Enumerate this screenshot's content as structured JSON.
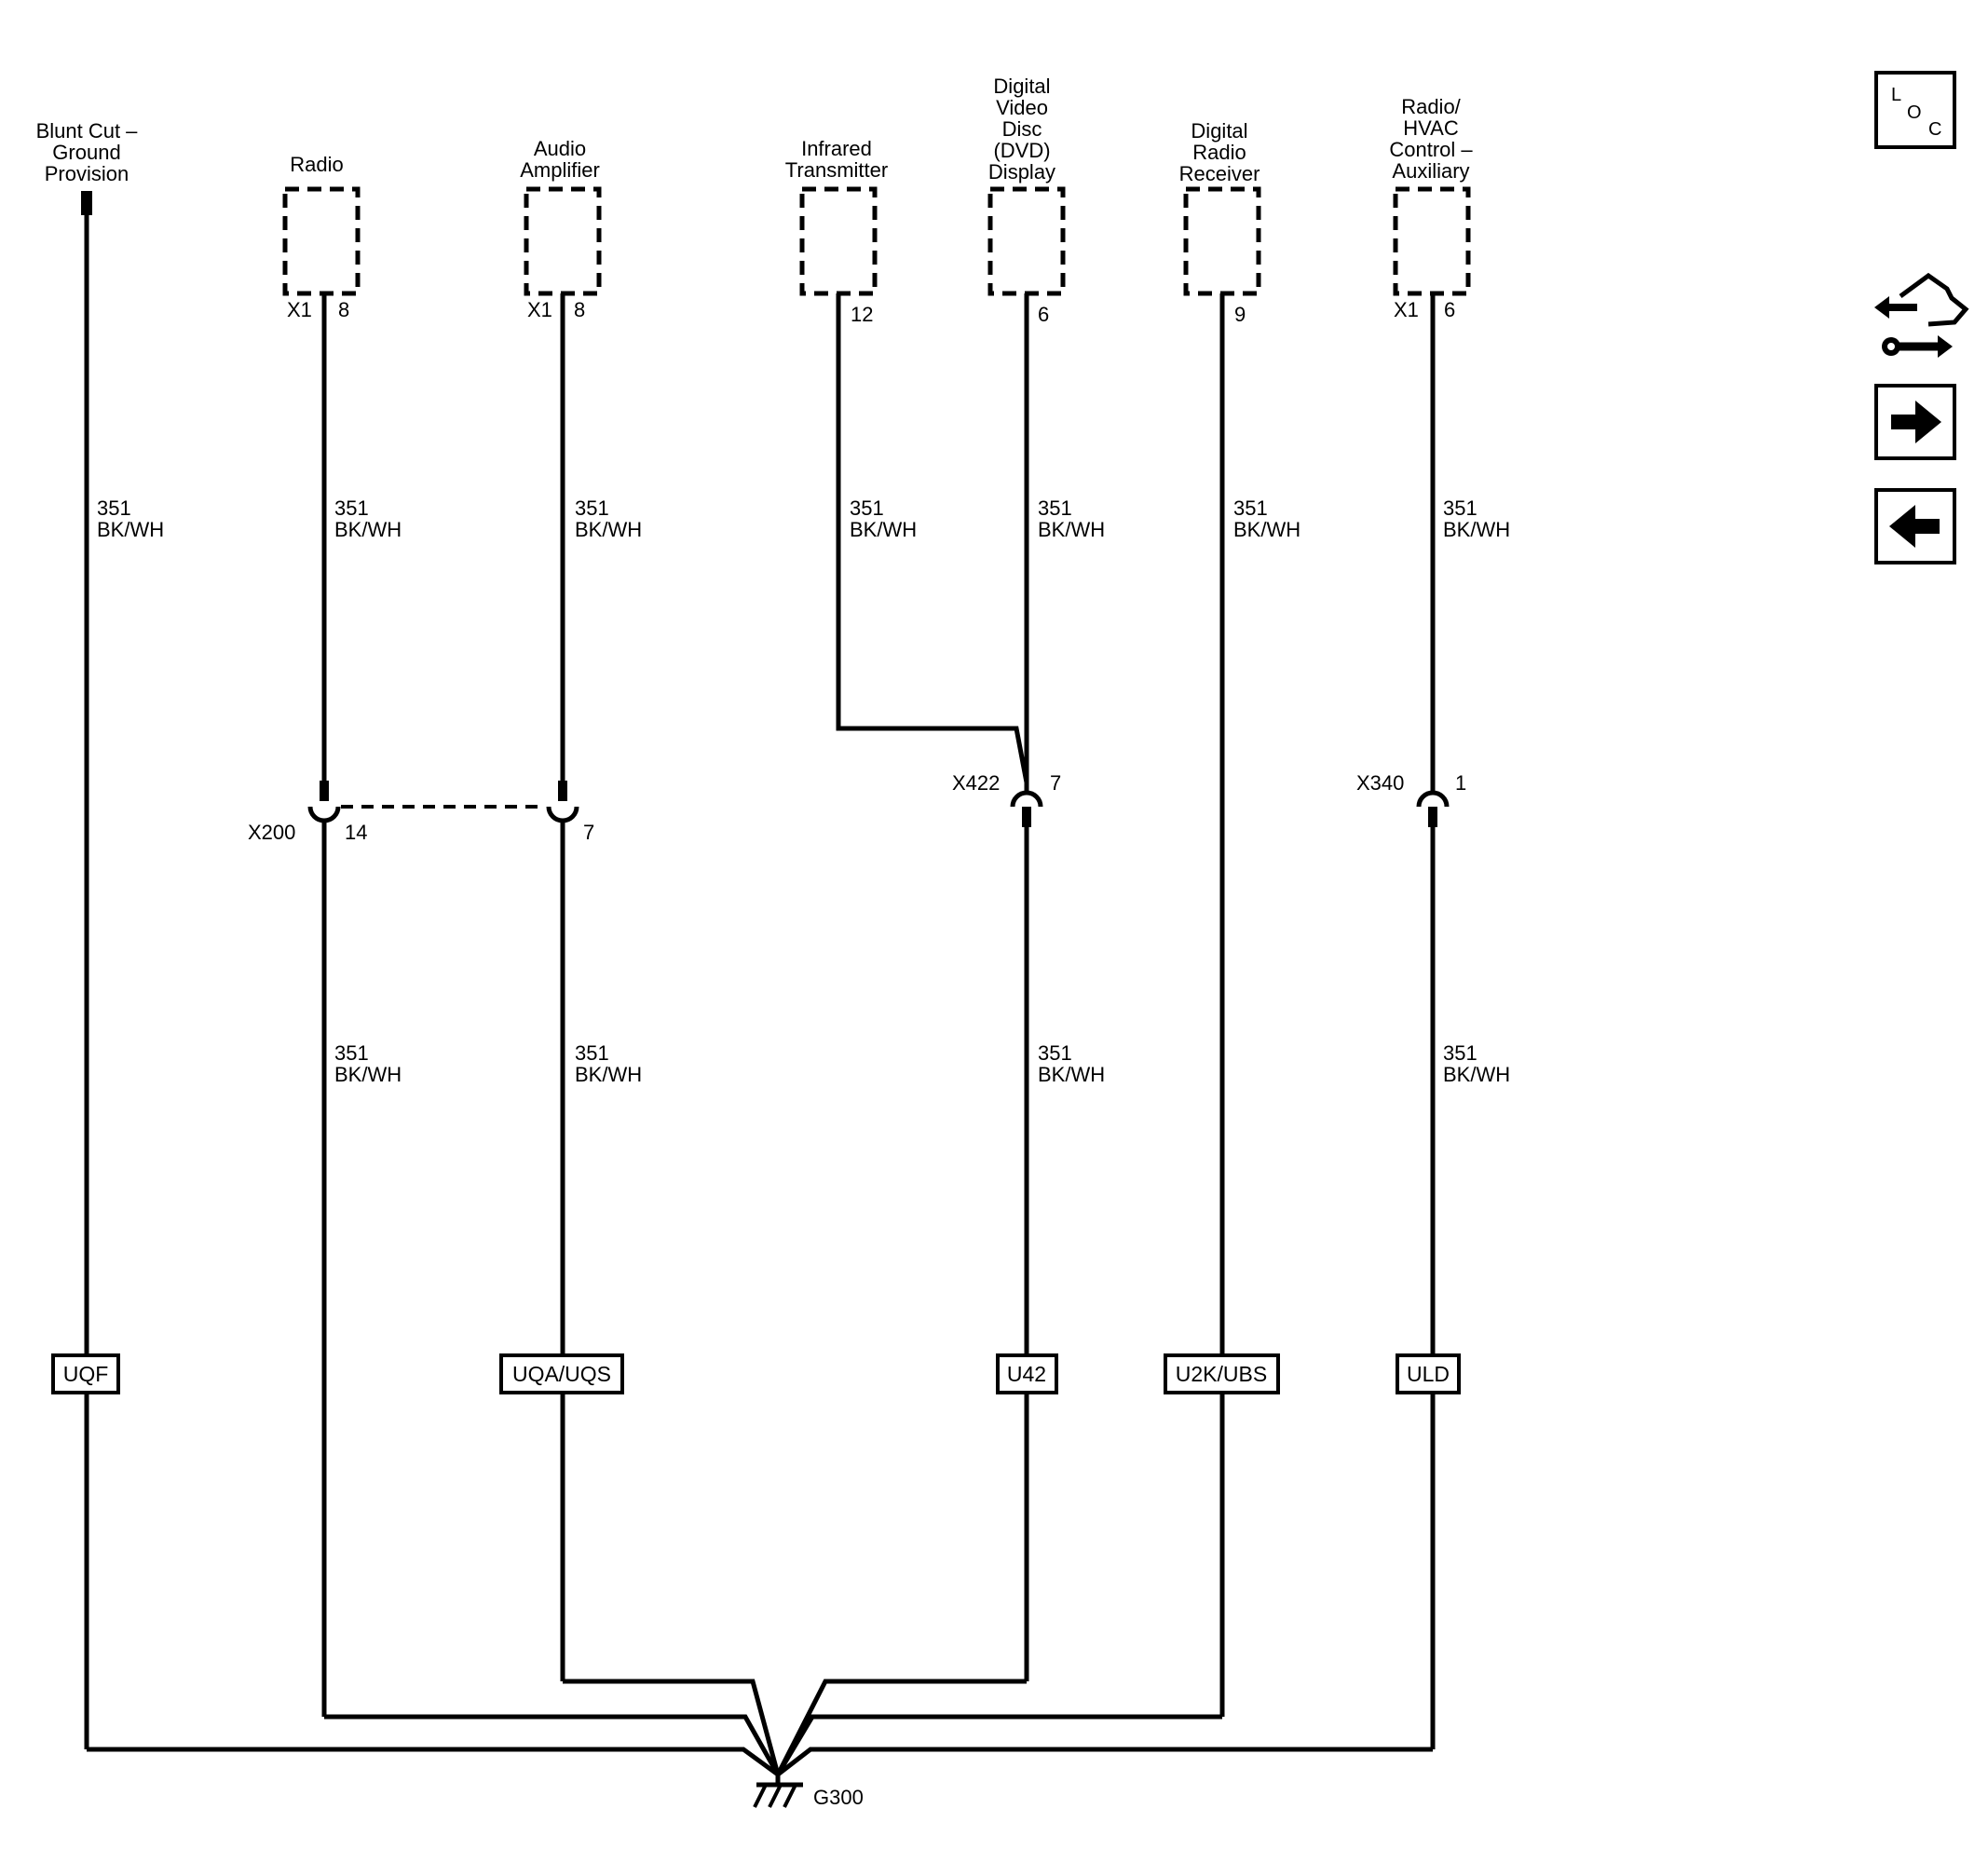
{
  "components": [
    {
      "id": "blunt_cut",
      "title_lines": [
        "Blunt Cut –",
        "Ground",
        "Provision"
      ]
    },
    {
      "id": "radio",
      "title_lines": [
        "Radio"
      ],
      "pin_left": "X1",
      "pin_right": "8"
    },
    {
      "id": "audio_amplifier",
      "title_lines": [
        "Audio",
        "Amplifier"
      ],
      "pin_left": "X1",
      "pin_right": "8"
    },
    {
      "id": "infrared_transmitter",
      "title_lines": [
        "Infrared",
        "Transmitter"
      ],
      "pin_left": "",
      "pin_right": "12"
    },
    {
      "id": "dvd_display",
      "title_lines": [
        "Digital",
        "Video",
        "Disc",
        "(DVD)",
        "Display"
      ],
      "pin_left": "",
      "pin_right": "6"
    },
    {
      "id": "digital_radio_receiver",
      "title_lines": [
        "Digital",
        "Radio",
        "Receiver"
      ],
      "pin_left": "",
      "pin_right": "9"
    },
    {
      "id": "radio_hvac_aux",
      "title_lines": [
        "Radio/",
        "HVAC",
        "Control –",
        "Auxiliary"
      ],
      "pin_left": "X1",
      "pin_right": "6"
    }
  ],
  "wire": {
    "circuit": "351",
    "color": "BK/WH"
  },
  "connectors": [
    {
      "id": "x200",
      "name": "X200",
      "pins": [
        "14",
        "7"
      ]
    },
    {
      "id": "x422",
      "name": "X422",
      "pins": [
        "7"
      ]
    },
    {
      "id": "x340",
      "name": "X340",
      "pins": [
        "1"
      ]
    }
  ],
  "options": [
    "UQF",
    "UQA/UQS",
    "U42",
    "U2K/UBS",
    "ULD"
  ],
  "ground": {
    "name": "G300"
  },
  "side_buttons": {
    "loc": [
      "L",
      "O",
      "C"
    ],
    "items": [
      "connector-view",
      "next-page",
      "previous-page"
    ]
  }
}
